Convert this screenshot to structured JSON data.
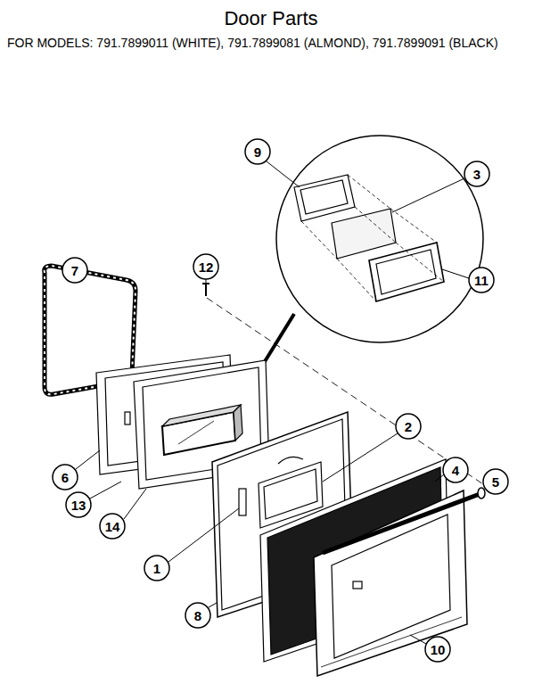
{
  "diagram": {
    "title": "Door Parts",
    "labels": [
      "FOR MODELS: 791.7899011 (WHITE), 791.7899081 (ALMOND), 791.7899091 (BLACK)",
      "9",
      "3",
      "7",
      "12",
      "11",
      "2",
      "4",
      "5",
      "6",
      "13",
      "14",
      "1",
      "8",
      "10"
    ]
  }
}
